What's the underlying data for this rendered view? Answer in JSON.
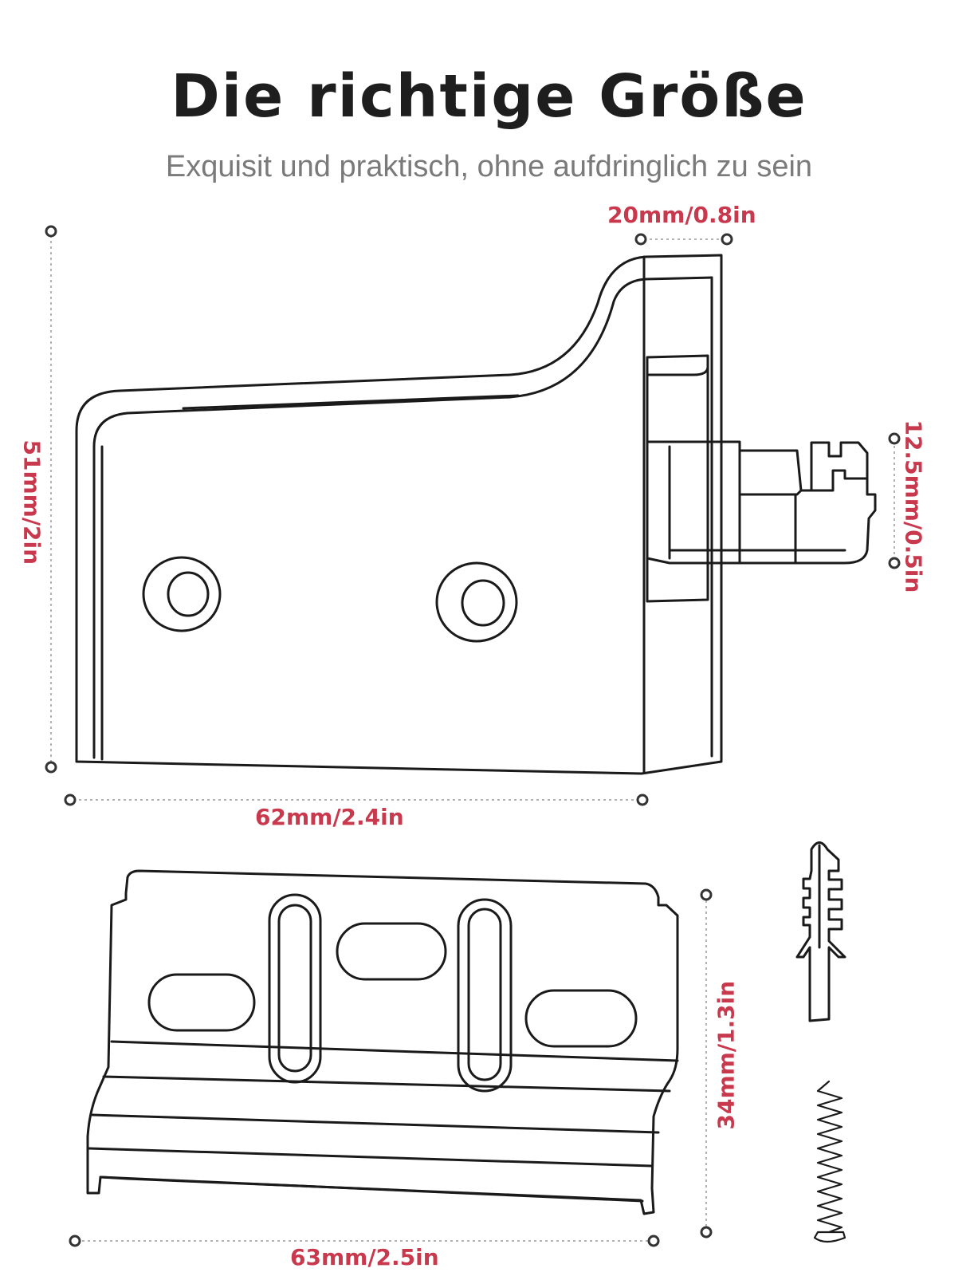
{
  "header": {
    "title": "Die richtige Größe",
    "subtitle": "Exquisit und praktisch, ohne aufdringlich zu sein"
  },
  "dimensions": {
    "top_width": "20mm/0.8in",
    "height": "51mm/2in",
    "clip_height": "12.5mm/0.5in",
    "width": "62mm/2.4in",
    "base_height": "34mm/1.3in",
    "base_width": "63mm/2.5in"
  },
  "colors": {
    "dimension": "#c8394d",
    "outline": "#1a1a1a",
    "subtitle": "#7a7a7a"
  },
  "icons": [
    "wall-plug-icon",
    "screw-icon"
  ]
}
